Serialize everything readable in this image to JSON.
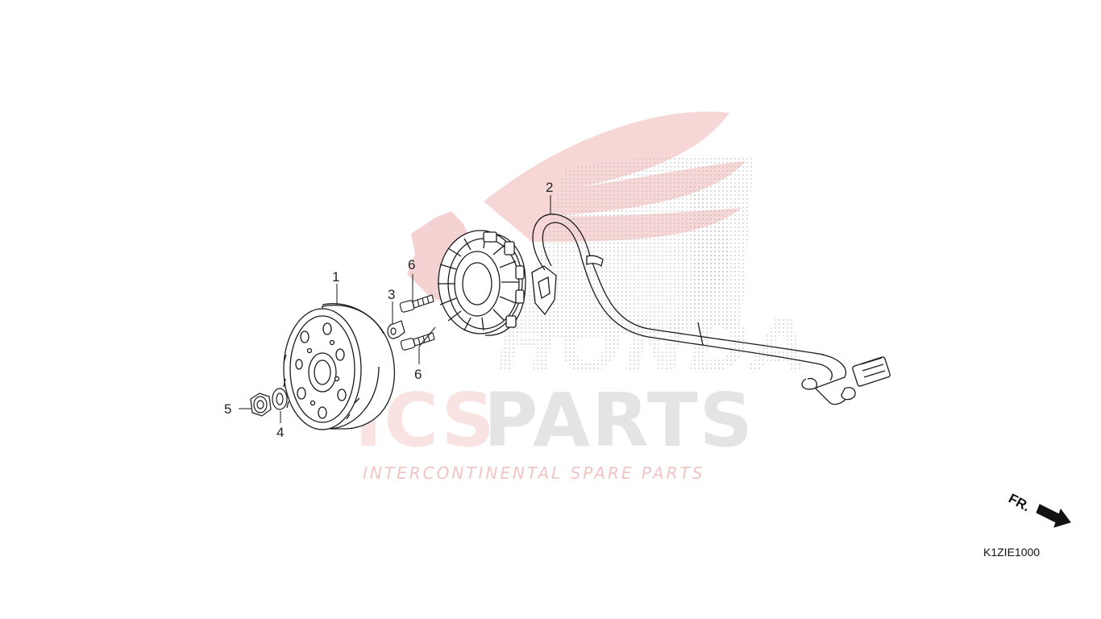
{
  "callouts": [
    {
      "num": "1"
    },
    {
      "num": "2"
    },
    {
      "num": "3"
    },
    {
      "num": "4"
    },
    {
      "num": "5"
    },
    {
      "num": "6"
    },
    {
      "num": "6"
    }
  ],
  "watermark": {
    "brand": "HONDA",
    "ics": "ICS",
    "parts": "PARTS",
    "subtitle": "INTERCONTINENTAL SPARE PARTS"
  },
  "diagram_code": "K1ZIE1000",
  "front_arrow": "FR.",
  "colors": {
    "watermark_red": "#f3c7c7",
    "watermark_gray": "#d9d9d9",
    "line": "#1a1a1a"
  }
}
